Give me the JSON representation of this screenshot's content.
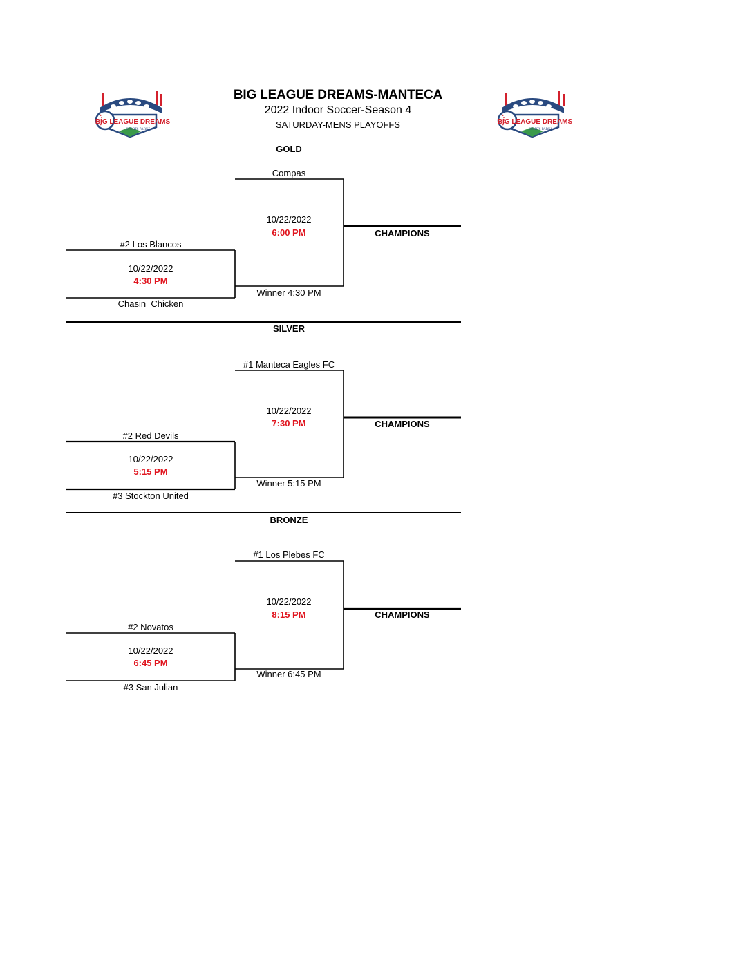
{
  "header": {
    "title": "BIG LEAGUE DREAMS-MANTECA",
    "subtitle": "2022 Indoor Soccer-Season 4",
    "event": "SATURDAY-MENS PLAYOFFS",
    "logo_text": "BIG LEAGUE DREAMS",
    "logo_subtext": "SPORTS PARKS"
  },
  "colors": {
    "time": "#e0141e",
    "line": "#000000",
    "logo_navy": "#2a4a80",
    "logo_red": "#d3212d",
    "logo_green": "#3a9a4a"
  },
  "brackets": [
    {
      "division": "GOLD",
      "final": {
        "top_team": "Compas",
        "date": "10/22/2022",
        "time": "6:00 PM",
        "bottom_team": "Winner 4:30 PM"
      },
      "semi": {
        "top_team": "#2 Los Blancos",
        "date": "10/22/2022",
        "time": "4:30 PM",
        "bottom_team": "Chasin  Chicken"
      },
      "champions_label": "CHAMPIONS"
    },
    {
      "division": "SILVER",
      "final": {
        "top_team": "#1 Manteca Eagles FC",
        "date": "10/22/2022",
        "time": "7:30 PM",
        "bottom_team": "Winner 5:15 PM"
      },
      "semi": {
        "top_team": "#2 Red Devils",
        "date": "10/22/2022",
        "time": "5:15 PM",
        "bottom_team": "#3 Stockton United"
      },
      "champions_label": "CHAMPIONS"
    },
    {
      "division": "BRONZE",
      "final": {
        "top_team": "#1 Los Plebes FC",
        "date": "10/22/2022",
        "time": "8:15 PM",
        "bottom_team": "Winner 6:45 PM"
      },
      "semi": {
        "top_team": "#2 Novatos",
        "date": "10/22/2022",
        "time": "6:45 PM",
        "bottom_team": "#3 San Julian"
      },
      "champions_label": "CHAMPIONS"
    }
  ]
}
